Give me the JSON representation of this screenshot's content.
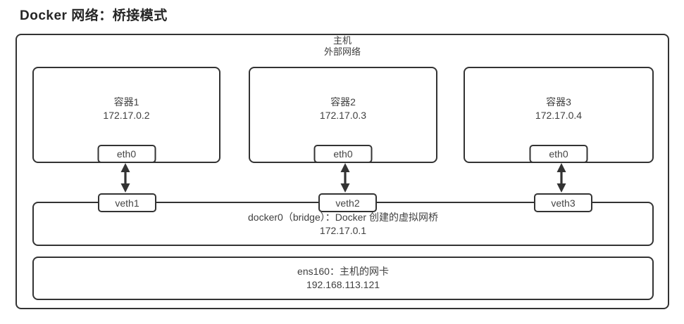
{
  "title": "Docker 网络：桥接模式",
  "host": {
    "label_line1": "主机",
    "label_line2": "外部网络"
  },
  "containers": [
    {
      "name": "容器1",
      "ip": "172.17.0.2",
      "interface": "eth0"
    },
    {
      "name": "容器2",
      "ip": "172.17.0.3",
      "interface": "eth0"
    },
    {
      "name": "容器3",
      "ip": "172.17.0.4",
      "interface": "eth0"
    }
  ],
  "bridge": {
    "label": "docker0（bridge）：Docker 创建的虚拟网桥",
    "ip": "172.17.0.1",
    "veths": [
      "veth1",
      "veth2",
      "veth3"
    ]
  },
  "nic": {
    "label": "ens160：主机的网卡",
    "ip": "192.168.113.121"
  },
  "colors": {
    "line": "#333333",
    "text": "#3f3f3f",
    "title": "#262626",
    "background": "#ffffff"
  }
}
